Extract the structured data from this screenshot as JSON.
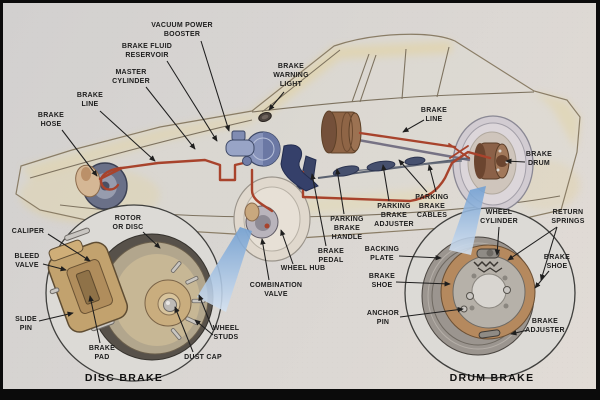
{
  "figure": {
    "description": "Automotive brake system diagram with disc brake and drum brake detail callouts"
  },
  "titles": {
    "disc": "DISC BRAKE",
    "drum": "DRUM BRAKE"
  },
  "labels": [
    {
      "id": "vacuum-power-booster",
      "text": "VACUUM POWER\nBOOSTER"
    },
    {
      "id": "brake-fluid-reservoir",
      "text": "BRAKE FLUID\nRESERVOIR"
    },
    {
      "id": "master-cylinder",
      "text": "MASTER\nCYLINDER"
    },
    {
      "id": "brake-warning-light",
      "text": "BRAKE\nWARNING\nLIGHT"
    },
    {
      "id": "brake-line-left",
      "text": "BRAKE\nLINE"
    },
    {
      "id": "brake-hose",
      "text": "BRAKE\nHOSE"
    },
    {
      "id": "brake-line-right",
      "text": "BRAKE\nLINE"
    },
    {
      "id": "brake-drum",
      "text": "BRAKE\nDRUM"
    },
    {
      "id": "parking-brake-handle",
      "text": "PARKING\nBRAKE\nHANDLE"
    },
    {
      "id": "parking-brake-adjuster",
      "text": "PARKING\nBRAKE\nADJUSTER"
    },
    {
      "id": "parking-brake-cables",
      "text": "PARKING\nBRAKE\nCABLES"
    },
    {
      "id": "brake-pedal",
      "text": "BRAKE\nPEDAL"
    },
    {
      "id": "wheel-hub",
      "text": "WHEEL HUB"
    },
    {
      "id": "combination-valve",
      "text": "COMBINATION\nVALVE"
    },
    {
      "id": "rotor-or-disc",
      "text": "ROTOR\nOR DISC"
    },
    {
      "id": "caliper",
      "text": "CALIPER"
    },
    {
      "id": "bleed-valve",
      "text": "BLEED\nVALVE"
    },
    {
      "id": "slide-pin",
      "text": "SLIDE\nPIN"
    },
    {
      "id": "brake-pad",
      "text": "BRAKE\nPAD"
    },
    {
      "id": "dust-cap",
      "text": "DUST CAP"
    },
    {
      "id": "wheel-studs",
      "text": "WHEEL\nSTUDS"
    },
    {
      "id": "wheel-cylinder",
      "text": "WHEEL\nCYLINDER"
    },
    {
      "id": "return-springs",
      "text": "RETURN\nSPRINGS"
    },
    {
      "id": "brake-shoe-right",
      "text": "BRAKE\nSHOE"
    },
    {
      "id": "backing-plate",
      "text": "BACKING\nPLATE"
    },
    {
      "id": "brake-shoe-left",
      "text": "BRAKE\nSHOE"
    },
    {
      "id": "anchor-pin",
      "text": "ANCHOR\nPIN"
    },
    {
      "id": "brake-adjuster",
      "text": "BRAKE\nADJUSTER"
    }
  ],
  "colors": {
    "paper": "#d8d5d2",
    "frame_black": "#0b0b0b",
    "brake_line_red": "#a8432c",
    "car_cream": "#e3cf92",
    "car_outline": "#8a7d66",
    "booster_blue": "#8793ba",
    "drum_brown": "#8f6546",
    "callout_blue": "#6f9ed2",
    "caliper_tan": "#c2a26e",
    "label_text": "#1d1d1d"
  }
}
